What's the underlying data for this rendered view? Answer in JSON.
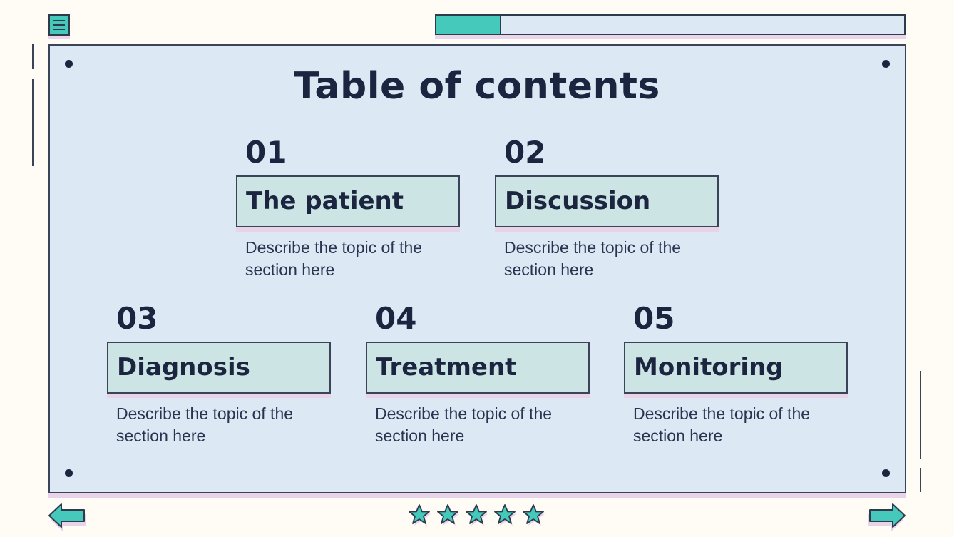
{
  "toolbar": {
    "menu_icon": "hamburger-menu-icon",
    "progress_percent": 13.5
  },
  "slide": {
    "title": "Table of contents",
    "items": [
      {
        "number": "01",
        "heading": "The patient",
        "description": "Describe the topic of the section here"
      },
      {
        "number": "02",
        "heading": "Discussion",
        "description": "Describe the topic of the section here"
      },
      {
        "number": "03",
        "heading": "Diagnosis",
        "description": "Describe the topic of the section here"
      },
      {
        "number": "04",
        "heading": "Treatment",
        "description": "Describe the topic of the section here"
      },
      {
        "number": "05",
        "heading": "Monitoring",
        "description": "Describe the topic of the section here"
      }
    ]
  },
  "navigation": {
    "prev_icon": "arrow-left-icon",
    "next_icon": "arrow-right-icon",
    "rating_icon": "star-icon",
    "stars": 5
  },
  "colors": {
    "background": "#fffbf5",
    "panel": "#dce8f3",
    "accent_teal": "#45c9bb",
    "box_fill": "#cce4e4",
    "outline": "#2f3a4d",
    "shadow_pink": "#e8d3e8",
    "text_dark": "#1c2540"
  }
}
